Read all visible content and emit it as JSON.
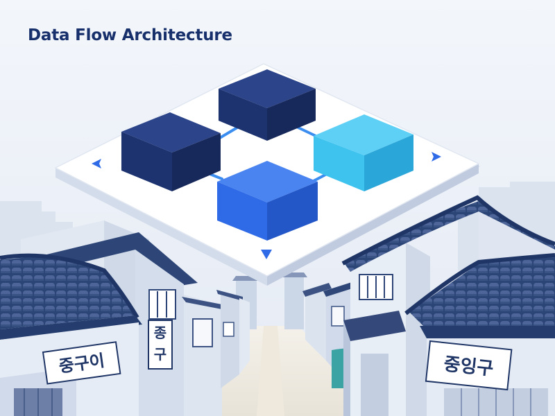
{
  "header": {
    "title": "Data Flow Architecture"
  },
  "signs": {
    "left_shop": "중구이",
    "left_vertical_top": "종",
    "left_vertical_bottom": "구",
    "right_shop": "중잉구"
  },
  "colors": {
    "title": "#17306b",
    "block_dark_navy": "#1d3370",
    "block_blue": "#2f6be6",
    "block_cyan": "#3ec3ef",
    "connector": "#3b8df0",
    "platform": "#ffffff",
    "roof_tiles": "#2f4778",
    "sky": "#eef2f8"
  },
  "icons": {
    "platform_arrow_left": "chevron-left-icon",
    "platform_arrow_right": "chevron-right-icon",
    "platform_arrow_down": "chevron-down-icon"
  }
}
